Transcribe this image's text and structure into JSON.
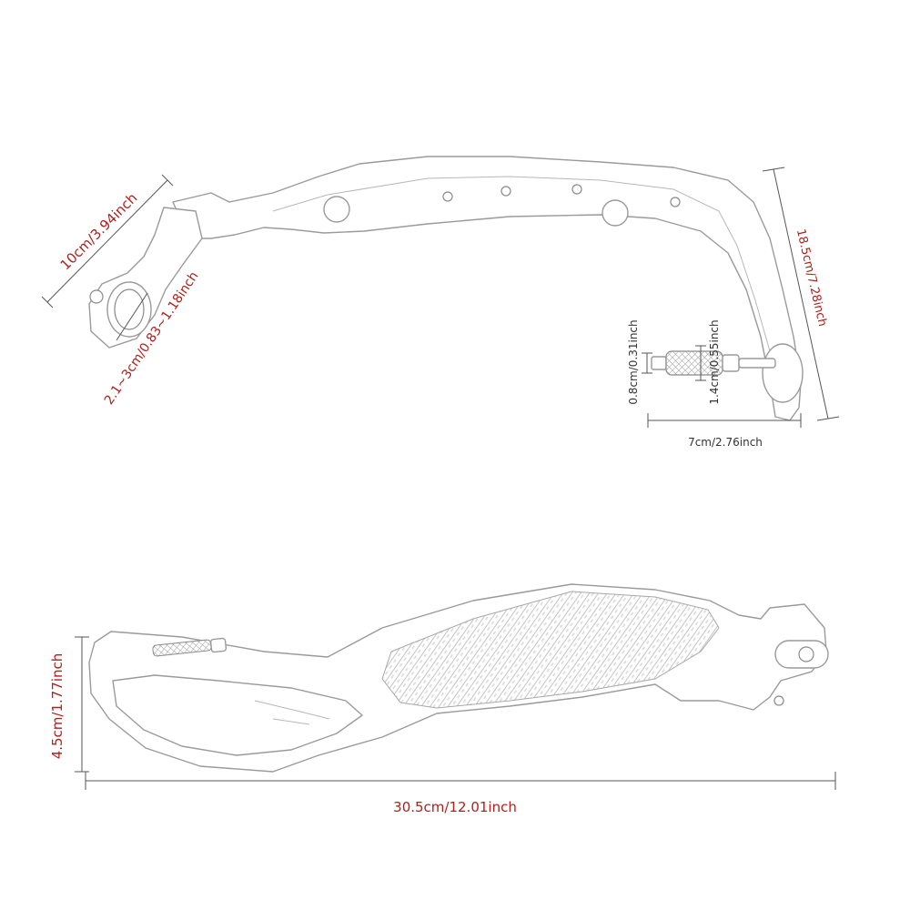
{
  "colors": {
    "dimension_text": "#b0201c",
    "dimension_text_small": "#333333",
    "outline": "#9a9a9a",
    "background": "#ffffff"
  },
  "dimensions": {
    "clamp_length": "10cm/3.94inch",
    "clamp_diameter": "2.1~3cm/0.83~1.18inch",
    "guard_height": "18.5cm/7.28inch",
    "bolt_small_diameter": "0.8cm/0.31inch",
    "bolt_large_diameter": "1.4cm/0.55inch",
    "bolt_length": "7cm/2.76inch",
    "guard_width": "4.5cm/1.77inch",
    "guard_length": "30.5cm/12.01inch"
  }
}
